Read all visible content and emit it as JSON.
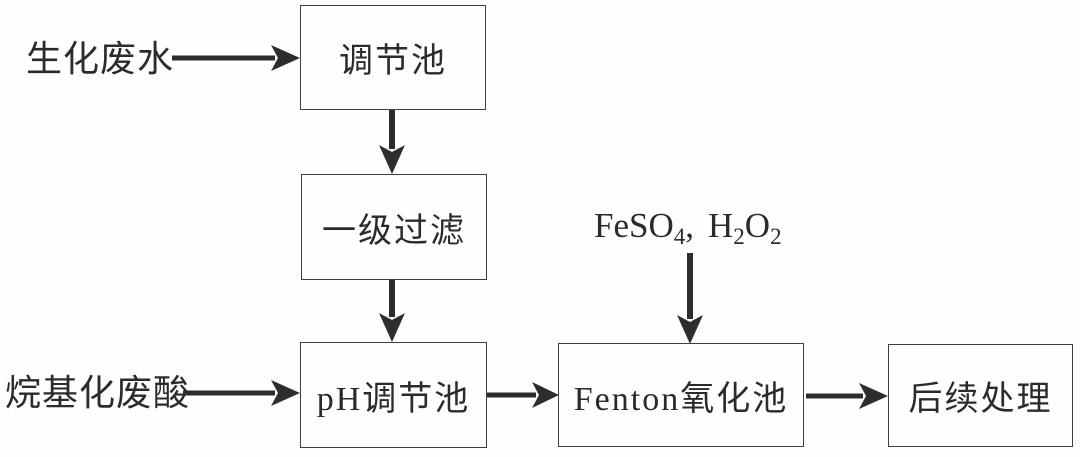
{
  "nodes": [
    {
      "id": "regulating-tank",
      "label": "调节池"
    },
    {
      "id": "primary-filter",
      "label": "一级过滤"
    },
    {
      "id": "ph-tank",
      "label": "pH调节池"
    },
    {
      "id": "fenton-tank",
      "label": "Fenton氧化池"
    },
    {
      "id": "post-treatment",
      "label": "后续处理"
    }
  ],
  "inputs": {
    "biochemical_wastewater": "生化废水",
    "alkylation_waste_acid": "烷基化废酸"
  },
  "reagent_label": {
    "f1": "FeSO",
    "s1": "4",
    "comma": ",",
    "f2": "H",
    "s2": "2",
    "f3": "O",
    "s3": "2"
  },
  "colors": {
    "ink": "#2d2d2d",
    "box_border": "#3f3f3f",
    "background": "#fefefe"
  }
}
